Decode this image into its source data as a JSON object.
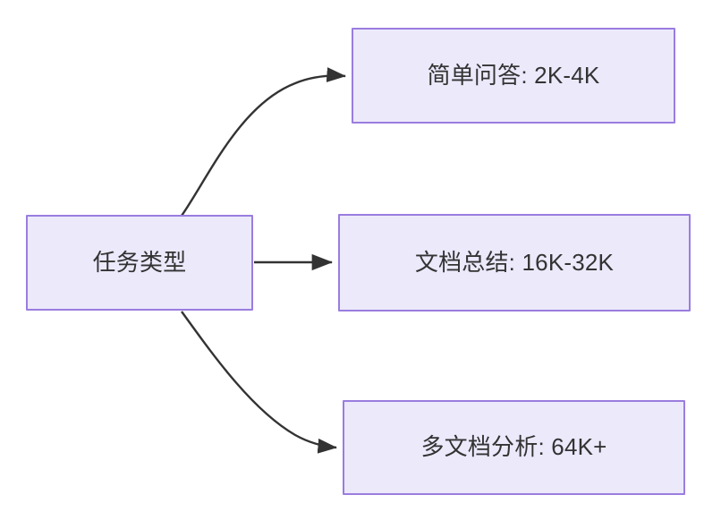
{
  "diagram": {
    "type": "flowchart",
    "direction": "left-to-right",
    "background_color": "#ffffff",
    "node_fill_color": "#ece9fb",
    "node_border_color": "#9a7ddf",
    "node_text_color": "#333333",
    "edge_color": "#333333",
    "nodes": [
      {
        "id": "source",
        "label": "任务类型"
      },
      {
        "id": "simple-qa",
        "label": "简单问答: 2K-4K"
      },
      {
        "id": "doc-summary",
        "label": "文档总结: 16K-32K"
      },
      {
        "id": "multi-doc",
        "label": "多文档分析: 64K+"
      }
    ],
    "edges": [
      {
        "from": "source",
        "to": "simple-qa",
        "label": "",
        "style": "curved-arrow"
      },
      {
        "from": "source",
        "to": "doc-summary",
        "label": "",
        "style": "straight-arrow"
      },
      {
        "from": "source",
        "to": "multi-doc",
        "label": "",
        "style": "curved-arrow"
      }
    ]
  }
}
